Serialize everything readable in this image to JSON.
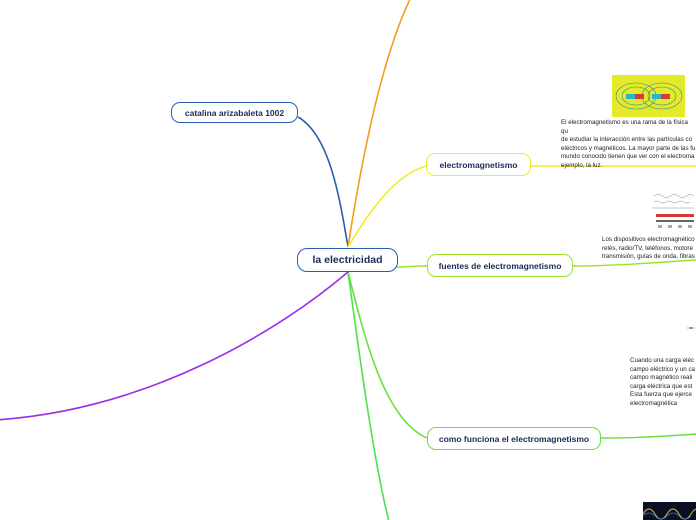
{
  "colors": {
    "blue": "#2a5db0",
    "orange": "#f39c1e",
    "yellow": "#f2ea2a",
    "lime": "#9be22a",
    "green": "#4fe24a",
    "purple": "#9b2ee8"
  },
  "root": {
    "label": "la electricidad"
  },
  "nodes": {
    "author": {
      "label": "catalina arizabaleta 1002"
    },
    "electromagnetismo": {
      "label": "electromagnetismo"
    },
    "fuentes": {
      "label": "fuentes de electromagnetismo"
    },
    "funciona": {
      "label": "como funciona el electromagnetismo"
    }
  },
  "notes": {
    "electromagnetismo": "El electromagnetismo es una rama de la física qu\nde estudiar la interacción entre las partículas co\neléctricos y magnéticos. La mayor parte de las fu\nmundo conocido tienen que ver con el electroma\nejemplo, la luz.",
    "fuentes": "Los dispositivos electromagnético\nrelés, radio/TV, teléfonos, motore\ntransmisión, guías de onda, fibras",
    "funciona": "Cuando una carga eléc\ncampo eléctrico y un ca\ncampo magnético reali\ncarga eléctrica que est\nEsta fuerza que ejerce\nelectromagnética"
  },
  "icons": [
    "magnet-diagram-image",
    "electromagnetic-sources-diagram-image",
    "small-diagram-image",
    "electromagnetic-wave-image"
  ]
}
